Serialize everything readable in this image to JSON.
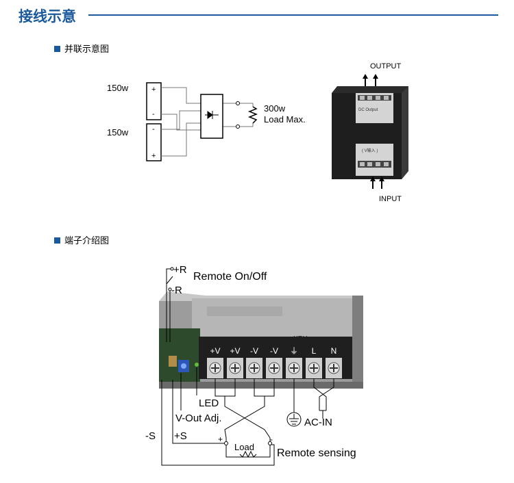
{
  "header": {
    "title": "接线示意"
  },
  "sections": {
    "parallel": {
      "label": "并联示意图"
    },
    "terminal": {
      "label": "端子介绍图"
    }
  },
  "parallel_diagram": {
    "supply_top": "150w",
    "supply_bottom": "150w",
    "plus": "+",
    "minus": "-",
    "load_line1": "300w",
    "load_line2": "Load Max.",
    "output_label": "OUTPUT",
    "input_label": "INPUT",
    "module_text_top": "DC Output",
    "module_text_bottom": "( V输入 )"
  },
  "terminal_diagram": {
    "plus_r": "+R",
    "minus_r": "-R",
    "remote_onoff": "Remote On/Off",
    "terminals": [
      "+V",
      "+V",
      "-V",
      "-V",
      "⏚",
      "L",
      "N"
    ],
    "led": "LED",
    "vout_adj": "V-Out Adj.",
    "acin": "AC-IN",
    "minus_s": "-S",
    "plus_s": "+S",
    "load": "Load",
    "load_plus": "+",
    "load_minus": "-",
    "remote_sensing": "Remote sensing",
    "brand_text": "XRY"
  },
  "colors": {
    "accent": "#1a5a9c"
  }
}
